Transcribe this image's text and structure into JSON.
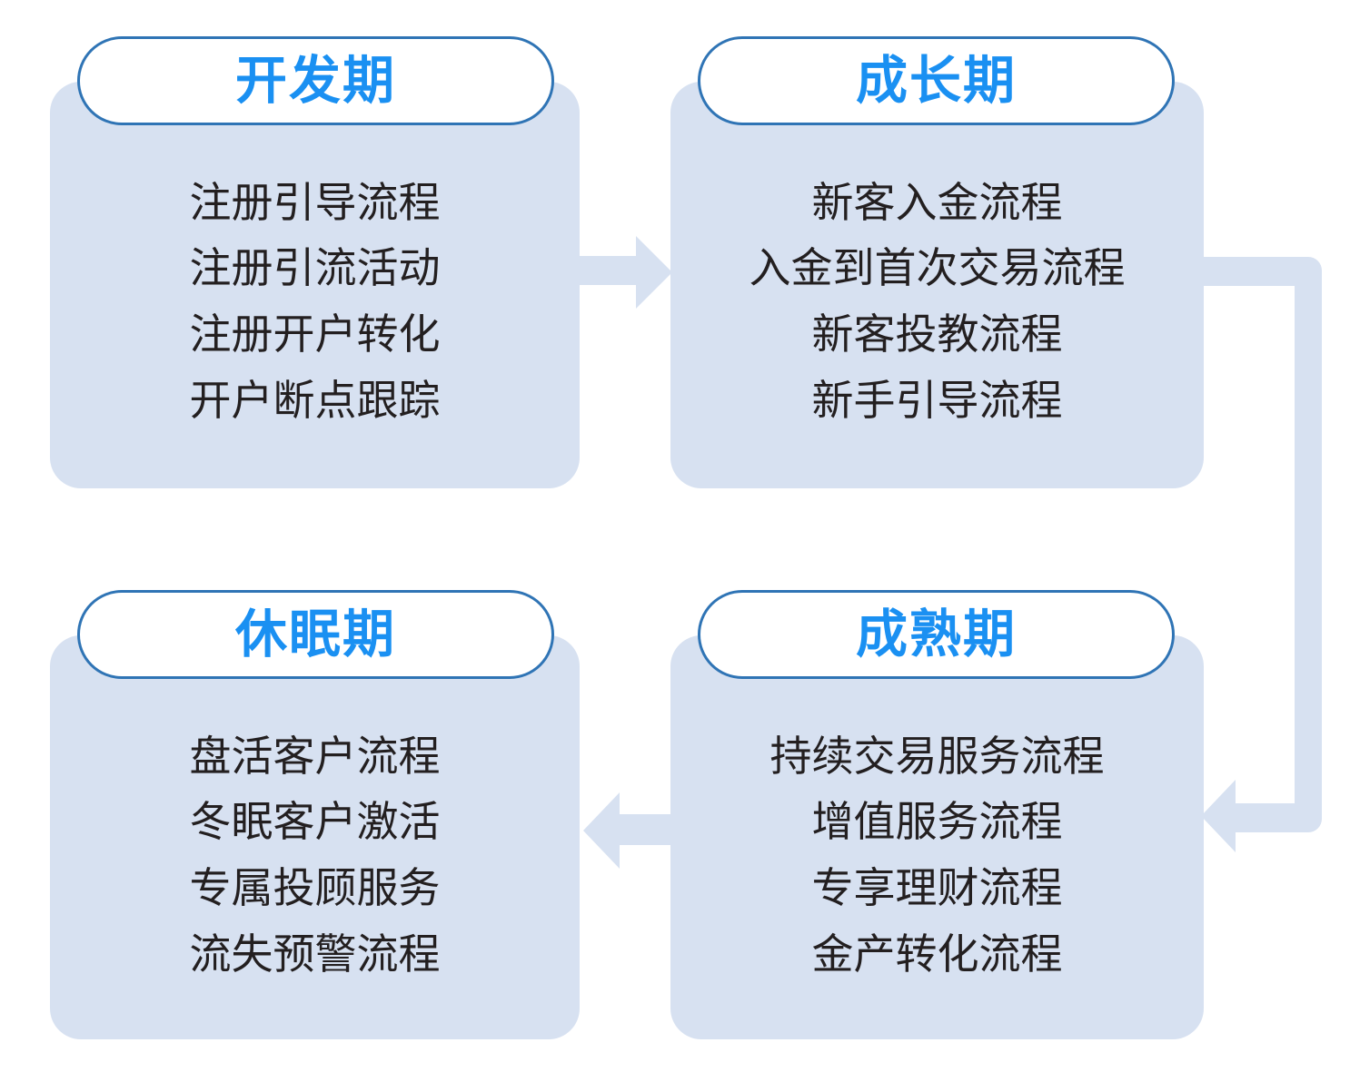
{
  "diagram": {
    "type": "cycle-flow",
    "accent_color": "#1a90f2",
    "card_fill_color": "#d7e1f1",
    "header_border_color": "#2f74b5",
    "connector_color": "#d7e1f1",
    "text_color": "#231f20",
    "cards": [
      {
        "id": "develop",
        "title": "开发期",
        "items": [
          "注册引导流程",
          "注册引流活动",
          "注册开户转化",
          "开户断点跟踪"
        ]
      },
      {
        "id": "growth",
        "title": "成长期",
        "items": [
          "新客入金流程",
          "入金到首次交易流程",
          "新客投教流程",
          "新手引导流程"
        ]
      },
      {
        "id": "dormant",
        "title": "休眠期",
        "items": [
          "盘活客户流程",
          "冬眠客户激活",
          "专属投顾服务",
          "流失预警流程"
        ]
      },
      {
        "id": "mature",
        "title": "成熟期",
        "items": [
          "持续交易服务流程",
          "增值服务流程",
          "专享理财流程",
          "金产转化流程"
        ]
      }
    ],
    "connectors": [
      {
        "id": "develop-growth",
        "from": "开发期",
        "to": "成长期",
        "direction": "right"
      },
      {
        "id": "growth-mature",
        "from": "成长期",
        "to": "成熟期",
        "direction": "right-down-left"
      },
      {
        "id": "mature-dormant",
        "from": "成熟期",
        "to": "休眠期",
        "direction": "left"
      }
    ]
  }
}
